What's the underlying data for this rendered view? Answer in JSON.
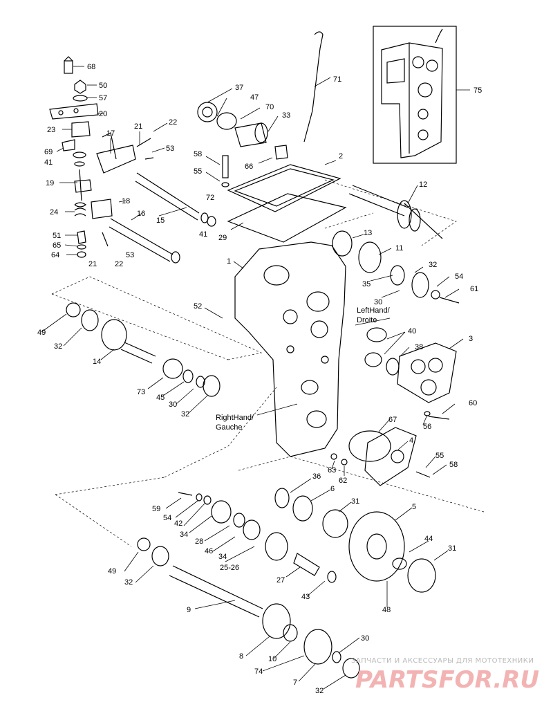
{
  "diagram": {
    "callouts": [
      "68",
      "50",
      "57",
      "20",
      "23",
      "17",
      "21",
      "22",
      "69",
      "41",
      "53",
      "19",
      "24",
      "18",
      "16",
      "15",
      "41",
      "51",
      "65",
      "64",
      "21",
      "22",
      "53",
      "37",
      "47",
      "70",
      "33",
      "58",
      "55",
      "72",
      "66",
      "29",
      "71",
      "2",
      "75",
      "12",
      "1",
      "13",
      "11",
      "32",
      "35",
      "54",
      "30",
      "61",
      "52",
      "49",
      "32",
      "14",
      "73",
      "45",
      "30",
      "32",
      "40",
      "38",
      "3",
      "60",
      "56",
      "67",
      "4",
      "63",
      "62",
      "55",
      "58",
      "36",
      "6",
      "31",
      "5",
      "59",
      "54",
      "42",
      "34",
      "28",
      "46",
      "34",
      "25-26",
      "44",
      "31",
      "49",
      "32",
      "27",
      "43",
      "48",
      "9",
      "8",
      "10",
      "30",
      "74",
      "7",
      "32"
    ],
    "annotations": {
      "left_hand": "LeftHand/",
      "left_hand_fr": "Droite",
      "right_hand": "RightHand/",
      "right_hand_fr": "Gauche"
    }
  },
  "watermark": {
    "tagline": "ЗАПЧАСТИ И АКСЕССУАРЫ ДЛЯ МОТОТЕХНИКИ",
    "brand": "PARTSFOR.RU"
  }
}
